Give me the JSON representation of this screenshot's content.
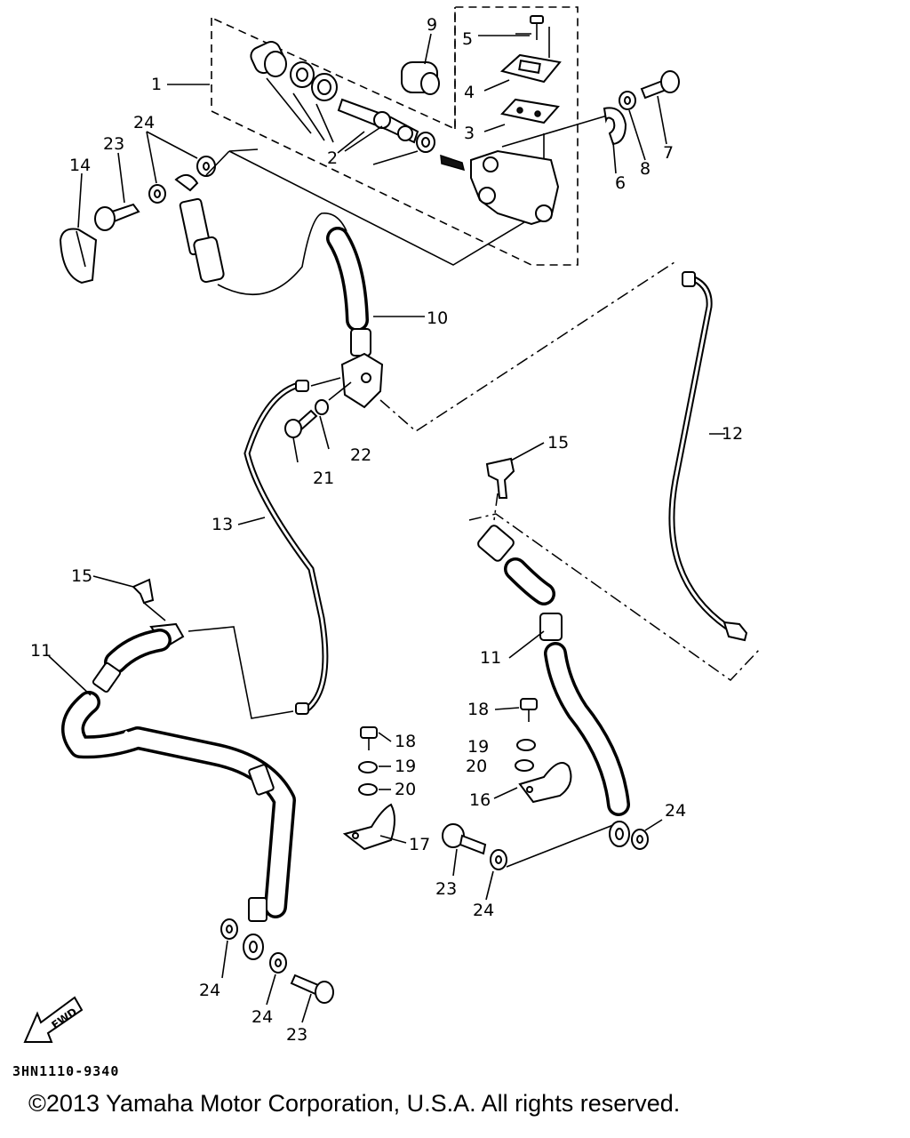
{
  "diagram": {
    "callouts": [
      {
        "id": "c1",
        "text": "1"
      },
      {
        "id": "c2",
        "text": "2"
      },
      {
        "id": "c3",
        "text": "3"
      },
      {
        "id": "c4",
        "text": "4"
      },
      {
        "id": "c5",
        "text": "5"
      },
      {
        "id": "c6",
        "text": "6"
      },
      {
        "id": "c7",
        "text": "7"
      },
      {
        "id": "c8",
        "text": "8"
      },
      {
        "id": "c9",
        "text": "9"
      },
      {
        "id": "c10",
        "text": "10"
      },
      {
        "id": "c11a",
        "text": "11"
      },
      {
        "id": "c11b",
        "text": "11"
      },
      {
        "id": "c12",
        "text": "12"
      },
      {
        "id": "c13",
        "text": "13"
      },
      {
        "id": "c14",
        "text": "14"
      },
      {
        "id": "c15a",
        "text": "15"
      },
      {
        "id": "c15b",
        "text": "15"
      },
      {
        "id": "c16",
        "text": "16"
      },
      {
        "id": "c17",
        "text": "17"
      },
      {
        "id": "c18a",
        "text": "18"
      },
      {
        "id": "c18b",
        "text": "18"
      },
      {
        "id": "c19a",
        "text": "19"
      },
      {
        "id": "c19b",
        "text": "19"
      },
      {
        "id": "c20a",
        "text": "20"
      },
      {
        "id": "c20b",
        "text": "20"
      },
      {
        "id": "c21",
        "text": "21"
      },
      {
        "id": "c22",
        "text": "22"
      },
      {
        "id": "c23a",
        "text": "23"
      },
      {
        "id": "c23b",
        "text": "23"
      },
      {
        "id": "c23c",
        "text": "23"
      },
      {
        "id": "c24a",
        "text": "24"
      },
      {
        "id": "c24b",
        "text": "24"
      },
      {
        "id": "c24c",
        "text": "24"
      },
      {
        "id": "c24d",
        "text": "24"
      },
      {
        "id": "c24e",
        "text": "24"
      }
    ],
    "fwd_label": "FWD",
    "code": "3HN1110-9340"
  },
  "footer": {
    "copyright": "©2013 Yamaha Motor Corporation, U.S.A. All rights reserved."
  }
}
